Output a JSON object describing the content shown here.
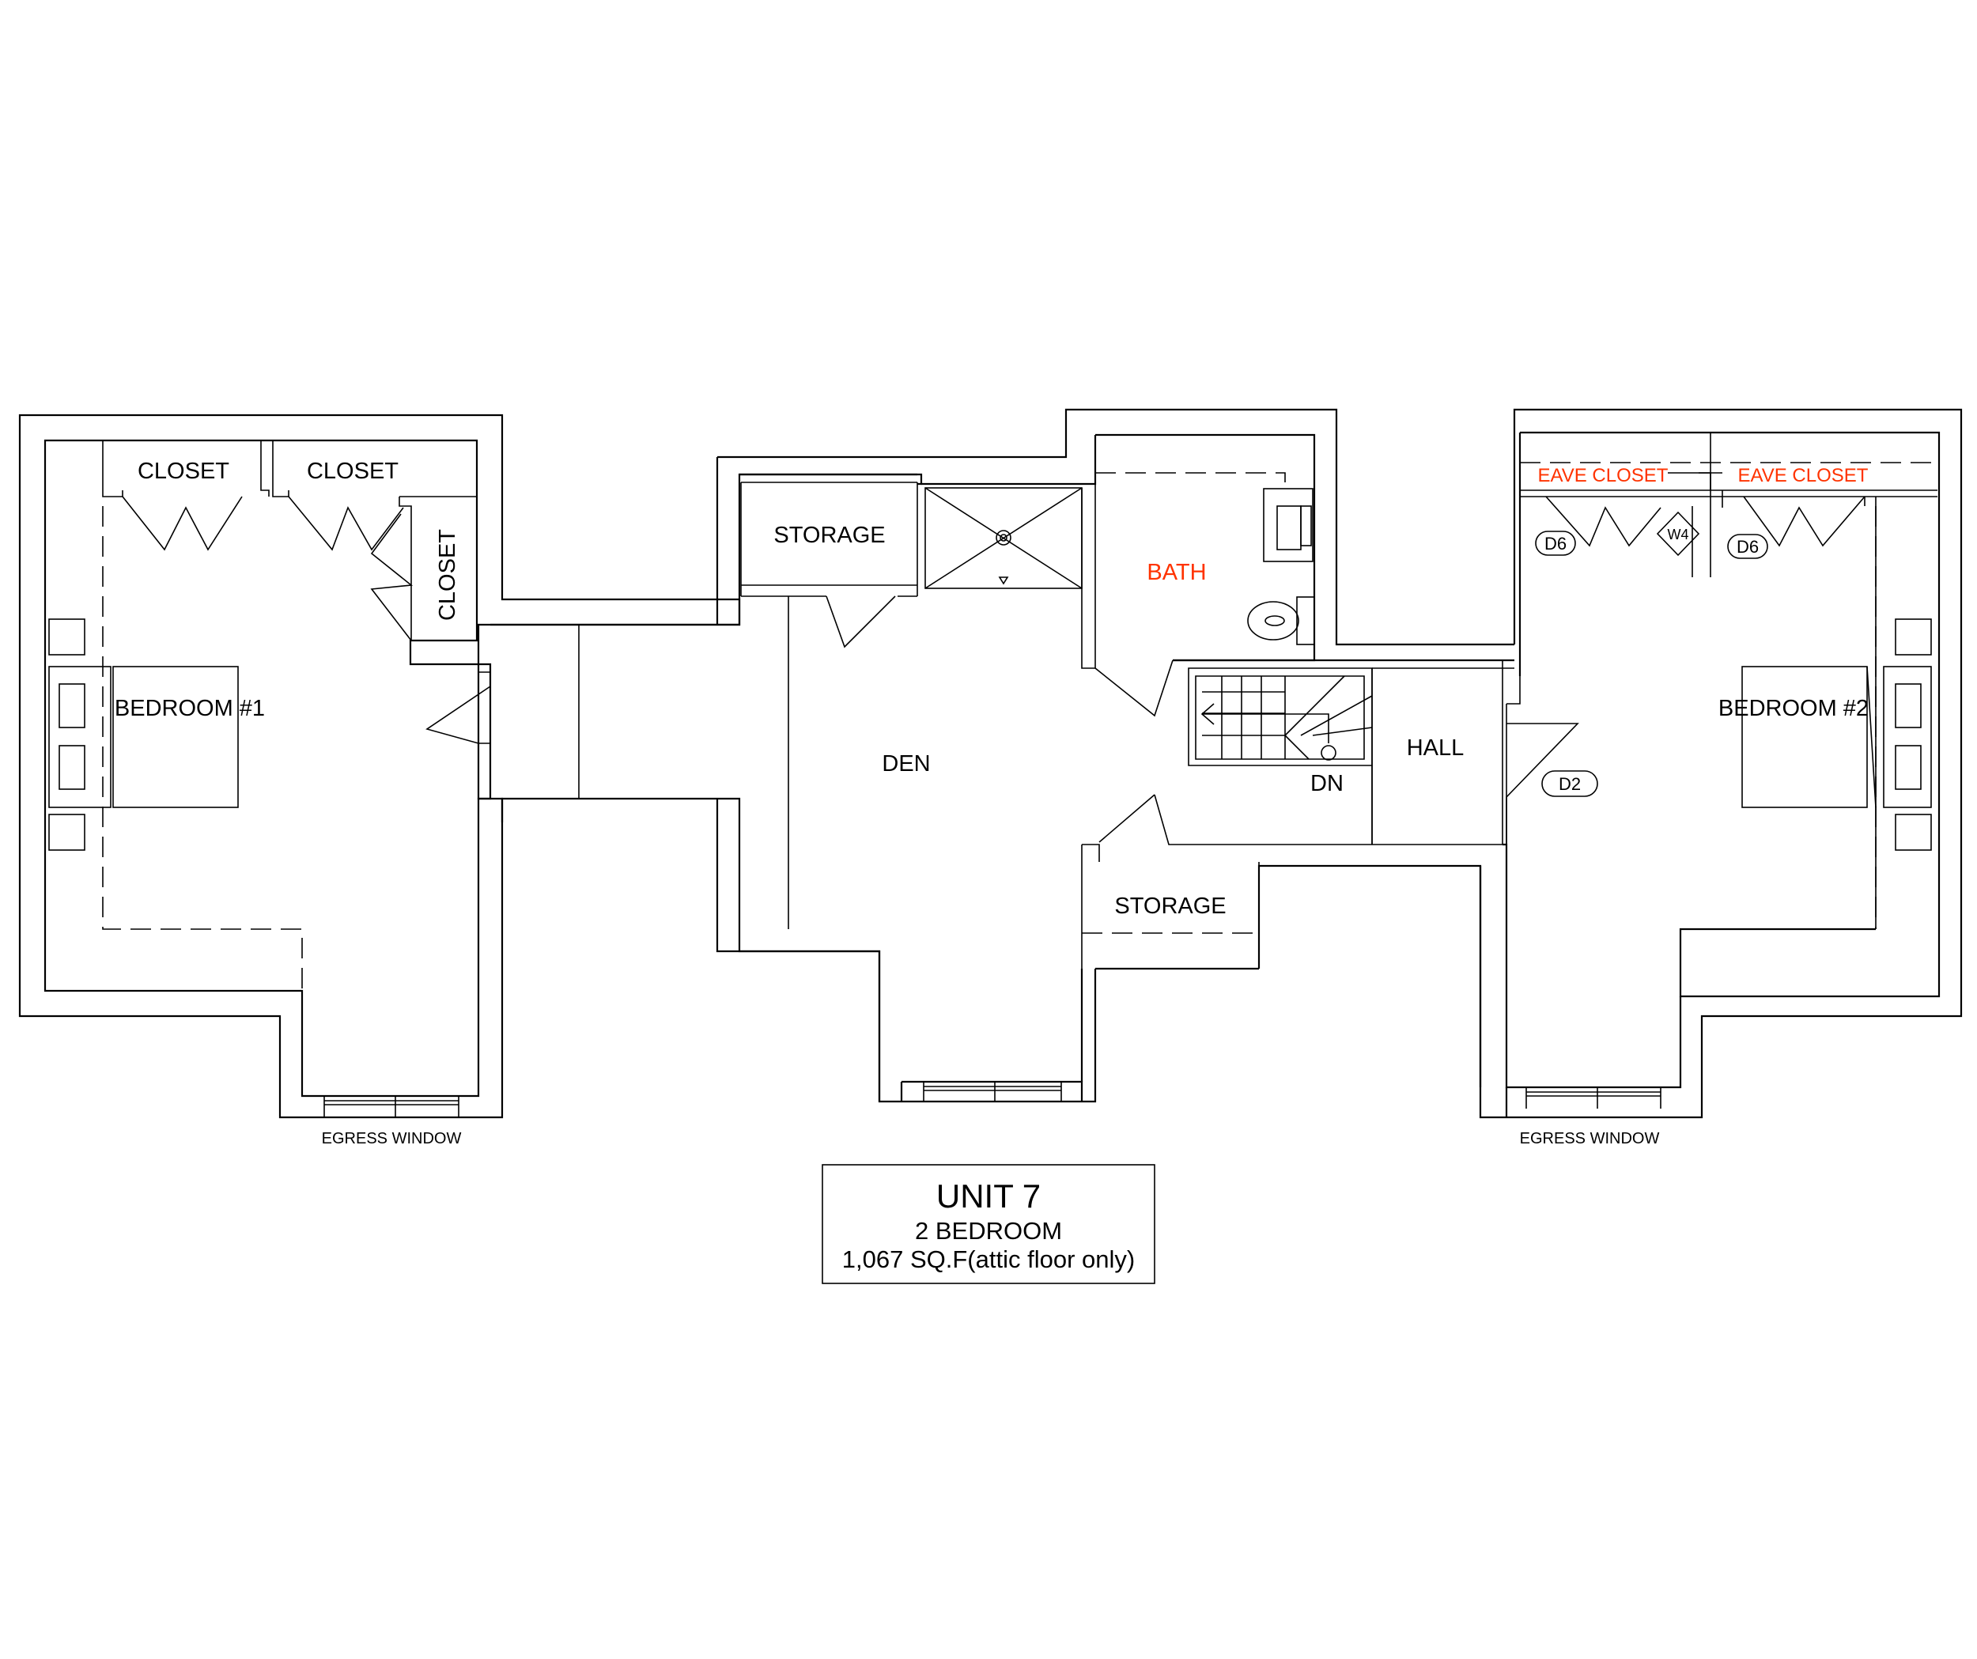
{
  "rooms": {
    "closet_1": "CLOSET",
    "closet_2": "CLOSET",
    "closet_3": "CLOSET",
    "bedroom_1": "BEDROOM #1",
    "storage_top": "STORAGE",
    "bath": "BATH",
    "den": "DEN",
    "stair_dn": "DN",
    "hall": "HALL",
    "storage_bottom": "STORAGE",
    "eave_closet_1": "EAVE CLOSET",
    "eave_closet_2": "EAVE CLOSET",
    "bedroom_2": "BEDROOM #2"
  },
  "tags": {
    "door_d6_left": "D6",
    "window_w4": "W4",
    "door_d6_right": "D6",
    "door_d2": "D2"
  },
  "notes": {
    "egress_left": "EGRESS WINDOW",
    "egress_right": "EGRESS WINDOW"
  },
  "title_block": {
    "unit": "UNIT 7",
    "bedrooms": "2 BEDROOM",
    "area": "1,067 SQ.F(attic floor only)"
  },
  "colors": {
    "line": "#000000",
    "highlight_label": "#ff3300",
    "background": "#ffffff"
  }
}
